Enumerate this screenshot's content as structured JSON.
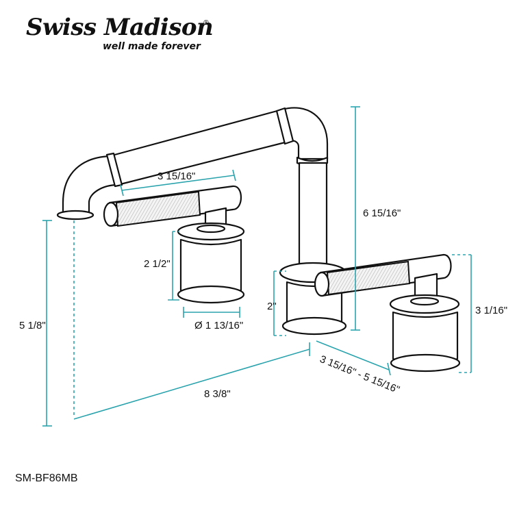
{
  "brand": {
    "name": "Swiss Madison",
    "registered": "®",
    "tagline": "well made forever"
  },
  "model": "SM-BF86MB",
  "dimensions": {
    "handle_length": "3 15/16\"",
    "spout_height": "6 15/16\"",
    "base_height_handle": "2 1/2\"",
    "base_diameter": "Ø 1 13/16\"",
    "spout_base_height": "2\"",
    "right_handle_height": "3 1/16\"",
    "spout_to_floor": "5 1/8\"",
    "spread": "3 15/16\" - 5 15/16\"",
    "total_reach": "8 3/8\""
  },
  "colors": {
    "dimension_line": "#2aa3ad",
    "outline": "#111111"
  }
}
